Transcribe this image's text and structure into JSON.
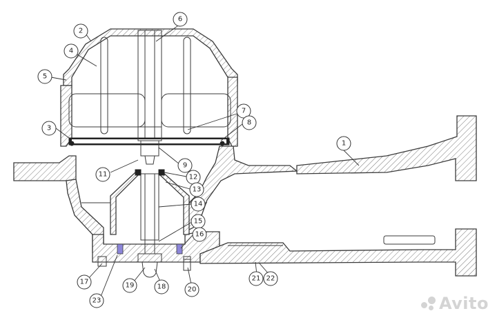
{
  "callouts": [
    {
      "label": "1"
    },
    {
      "label": "2"
    },
    {
      "label": "3"
    },
    {
      "label": "4"
    },
    {
      "label": "5"
    },
    {
      "label": "6"
    },
    {
      "label": "7"
    },
    {
      "label": "8"
    },
    {
      "label": "9"
    },
    {
      "label": "11"
    },
    {
      "label": "12"
    },
    {
      "label": "13"
    },
    {
      "label": "14"
    },
    {
      "label": "15"
    },
    {
      "label": "16"
    },
    {
      "label": "17"
    },
    {
      "label": "18"
    },
    {
      "label": "19"
    },
    {
      "label": "20"
    },
    {
      "label": "21"
    },
    {
      "label": "22"
    },
    {
      "label": "23"
    }
  ],
  "watermark": {
    "text": "Avito",
    "icon": "avito-logo-icon"
  }
}
